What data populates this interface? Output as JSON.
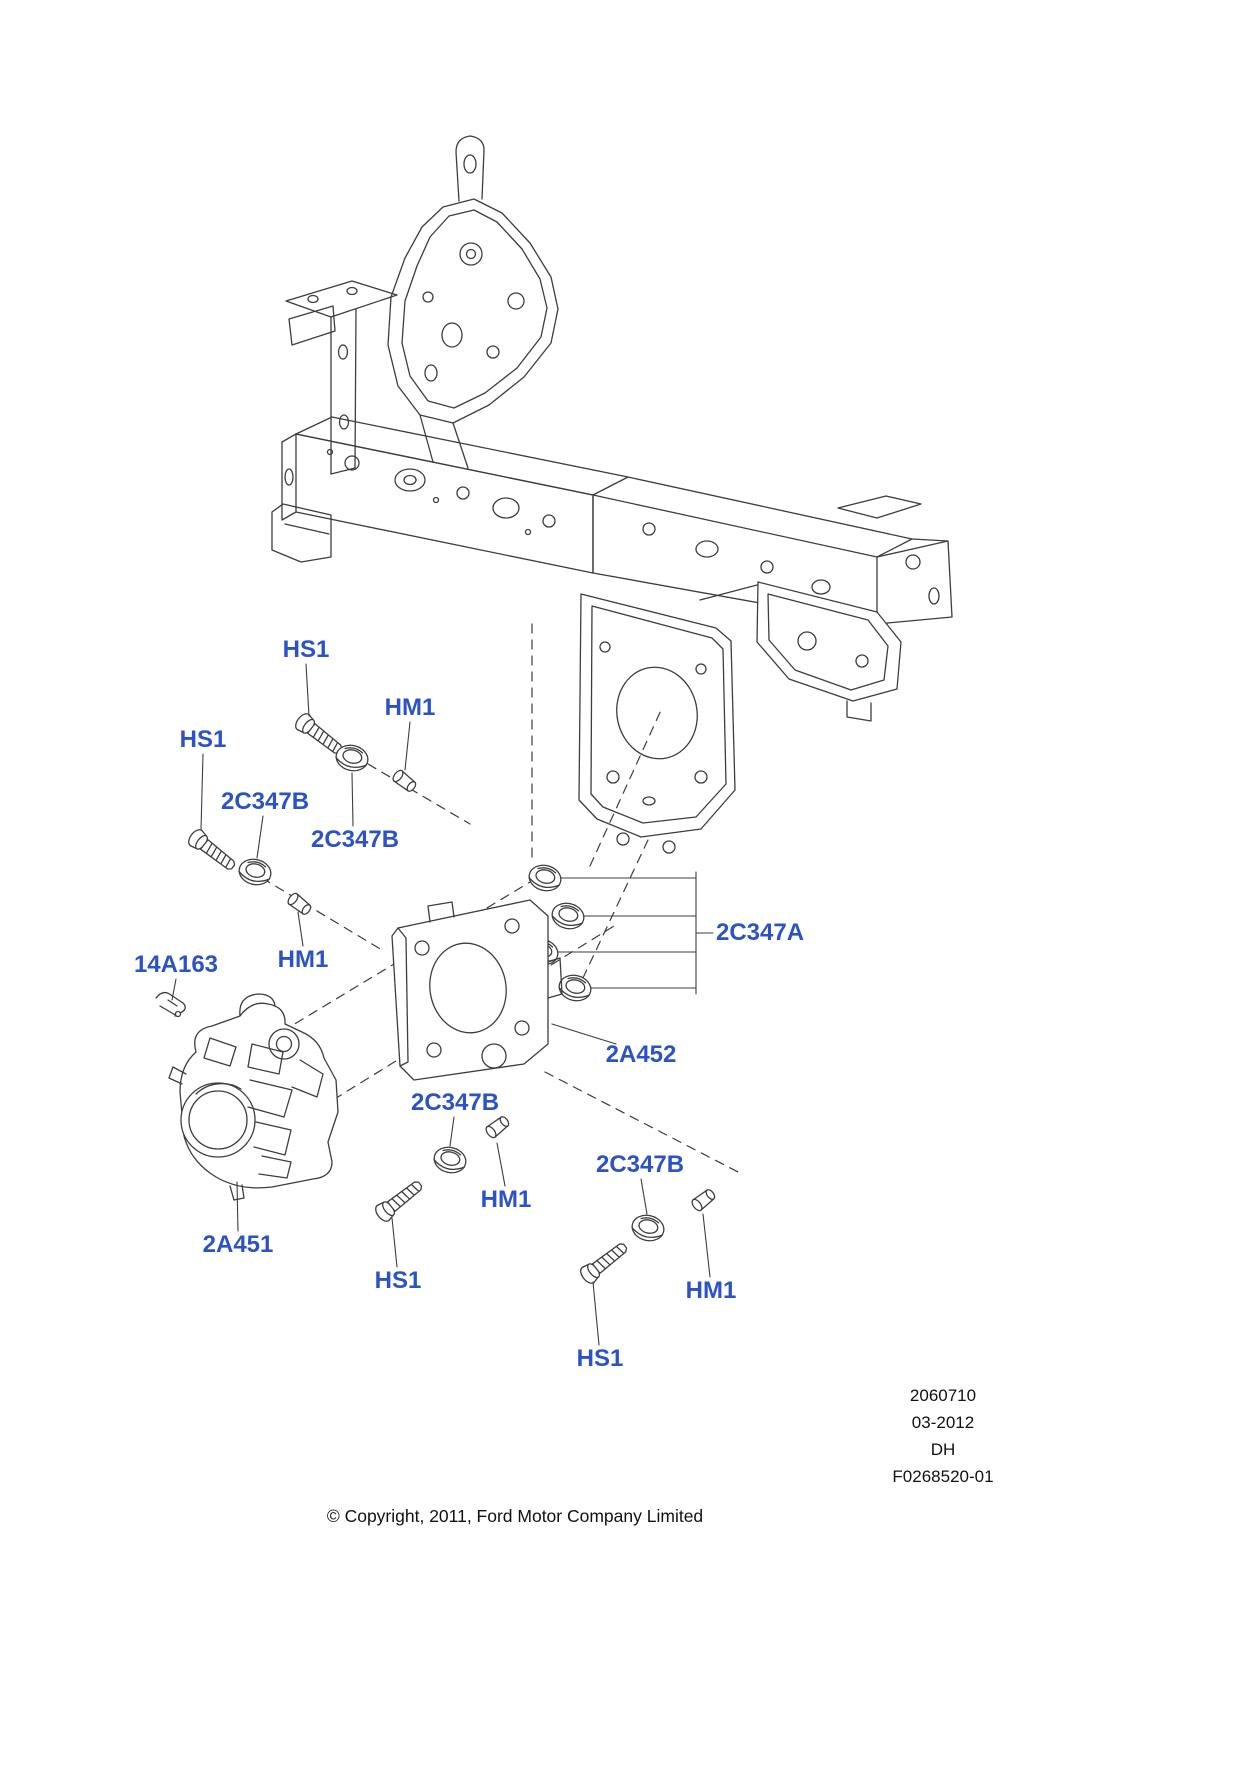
{
  "theme": {
    "background": "#ffffff",
    "label_color": "#2b52c9",
    "line_color": "#3d3d3d",
    "footer_text_color": "#111111"
  },
  "labels": [
    "HS1",
    "HM1",
    "HS1",
    "2C347B",
    "2C347B",
    "2C347A",
    "HM1",
    "14A163",
    "2A452",
    "2C347B",
    "HM1",
    "2C347B",
    "2A451",
    "HS1",
    "HM1",
    "HS1"
  ],
  "footer_block": {
    "lines": [
      "2060710",
      "03-2012",
      "DH",
      "F0268520-01"
    ]
  },
  "copyright": "© Copyright, 2011, Ford Motor Company Limited"
}
